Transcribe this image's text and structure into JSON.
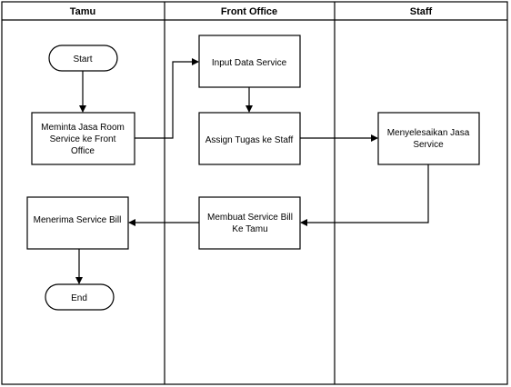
{
  "lanes": {
    "tamu": "Tamu",
    "front_office": "Front Office",
    "staff": "Staff"
  },
  "nodes": {
    "start": "Start",
    "meminta_1": "Meminta Jasa Room",
    "meminta_2": "Service ke Front",
    "meminta_3": "Office",
    "input": "Input Data Service",
    "assign": "Assign Tugas ke Staff",
    "menyelesaikan_1": "Menyelesaikan Jasa",
    "menyelesaikan_2": "Service",
    "membuat_1": "Membuat Service Bill",
    "membuat_2": "Ke Tamu",
    "menerima": "Menerima Service Bill",
    "end": "End"
  }
}
